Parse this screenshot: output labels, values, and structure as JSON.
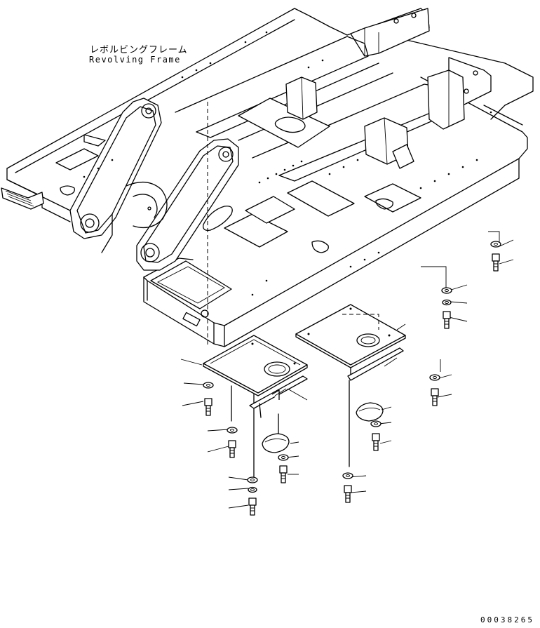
{
  "labels": {
    "frame_jp": "レボルビングフレーム",
    "frame_en": "Revolving Frame",
    "drawing_number": "00038265"
  },
  "colors": {
    "ink": "#000000",
    "paper": "#ffffff"
  }
}
